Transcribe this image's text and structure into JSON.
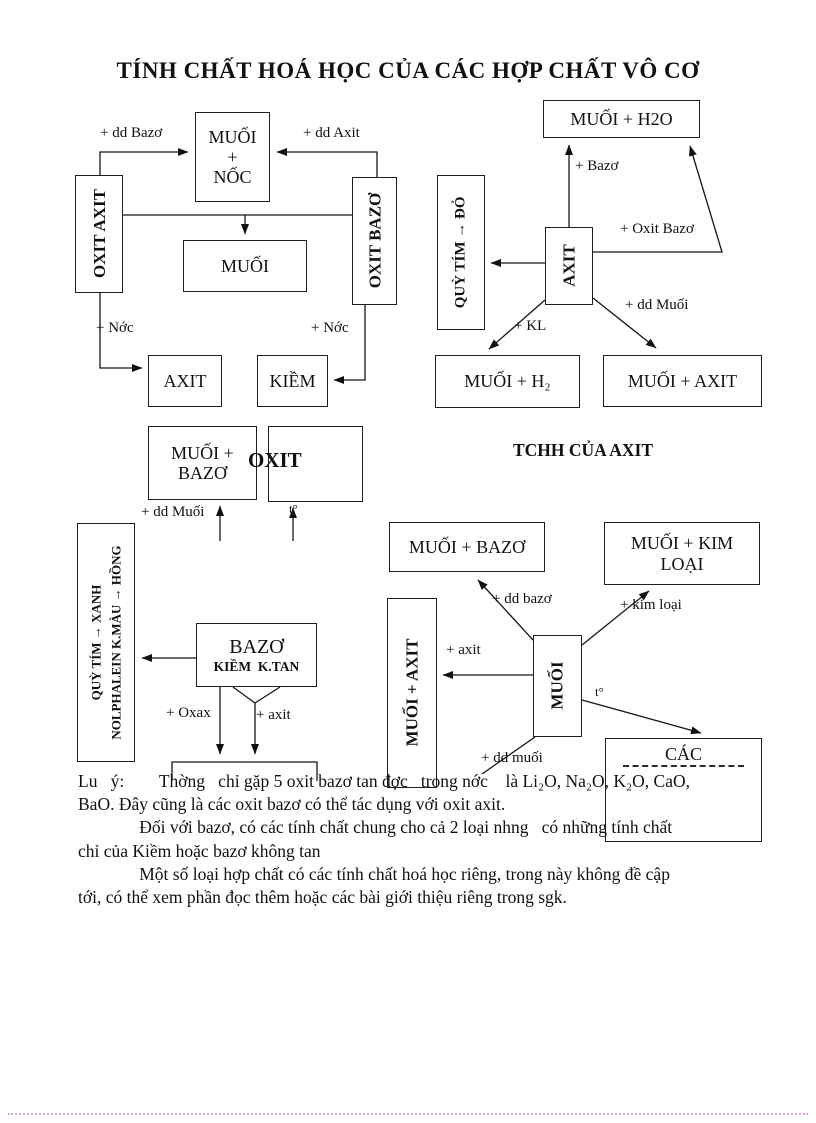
{
  "page": {
    "title": "TÍNH CHẤT HOÁ HỌC CỦA CÁC HỢP CHẤT VÔ CƠ"
  },
  "diagram_oxit": {
    "box_muoi_nuoc_l1": "MUỐI",
    "box_muoi_nuoc_l2": "+",
    "box_muoi_nuoc_l3": "NỐC",
    "box_oxit_axit": "OXIT AXIT",
    "box_oxit_bazo": "OXIT BAZƠ",
    "box_muoi": "MUỐI",
    "box_axit": "AXIT",
    "box_kiem": "KIỀM",
    "label_dd_bazo": "+ dd Bazơ",
    "label_dd_axit": "+ dd Axit",
    "label_nuoc_left": "+ Nớc",
    "label_nuoc_right": "+ Nớc"
  },
  "diagram_axit": {
    "box_muoi_h2o": "MUỐI + H2O",
    "box_quy_tim": "QUỲ TÍM → ĐỎ",
    "box_axit": "AXIT",
    "box_muoi_h2": "MUỐI + H₂",
    "box_muoi_axit": "MUỐI + AXIT",
    "label_bazo": "+ Bazơ",
    "label_oxit_bazo": "+ Oxit Bazơ",
    "label_dd_muoi": "+ dd Muối",
    "label_kl": "+ KL",
    "heading": "TCHH CỦA AXIT"
  },
  "diagram_bazo": {
    "box_muoi_bazo_l1": "MUỐI +",
    "box_muoi_bazo_l2": "BAZƠ",
    "box_oxit": "OXIT",
    "box_quy_tim_line1": "QUỲ TÍM → XANH",
    "box_quy_tim_line2": "NOLPHALEIN K.MÀU → HỒNG",
    "box_bazo_l1": "BAZƠ",
    "box_bazo_l2": "KIỀM  K.TAN",
    "label_dd_muoi": "+ dd Muối",
    "label_t0": "t°",
    "label_oxax": "+ Oxax",
    "label_axit": "+ axit"
  },
  "diagram_muoi": {
    "box_muoi_bazo": "MUỐI + BAZƠ",
    "box_muoi_kim_l1": "MUỐI + KIM",
    "box_muoi_kim_l2": "LOẠI",
    "box_muoi_axit": "MUỐI + AXIT",
    "box_muoi": "MUỐI",
    "box_cac": "CÁC",
    "label_dd_bazo": "+ dd bazơ",
    "label_kim_loai": "+ kim loại",
    "label_axit": "+ axit",
    "label_t0": "t°",
    "label_dd_muoi": "+ dd muối"
  },
  "notes": {
    "line1": "Lu   ý:        Thờng   chỉ gặp 5 oxit bazơ tan đợc   trong nớc    là Li₂O, Na₂O, K₂O, CaO,",
    "line2": "BaO. Đây cũng là các oxit bazơ có thể tác dụng với oxit axit.",
    "line3": "              Đối với bazơ, có các tính chất chung cho cả 2 loại nhng   có những tính chất",
    "line4": "chỉ của Kiềm hoặc bazơ không tan",
    "line5": "              Một số loại hợp chất có các tính chất hoá học riêng, trong này không đề cập",
    "line6": "tới, có thể xem phần đọc thêm hoặc các bài giới thiệu riêng trong sgk."
  }
}
